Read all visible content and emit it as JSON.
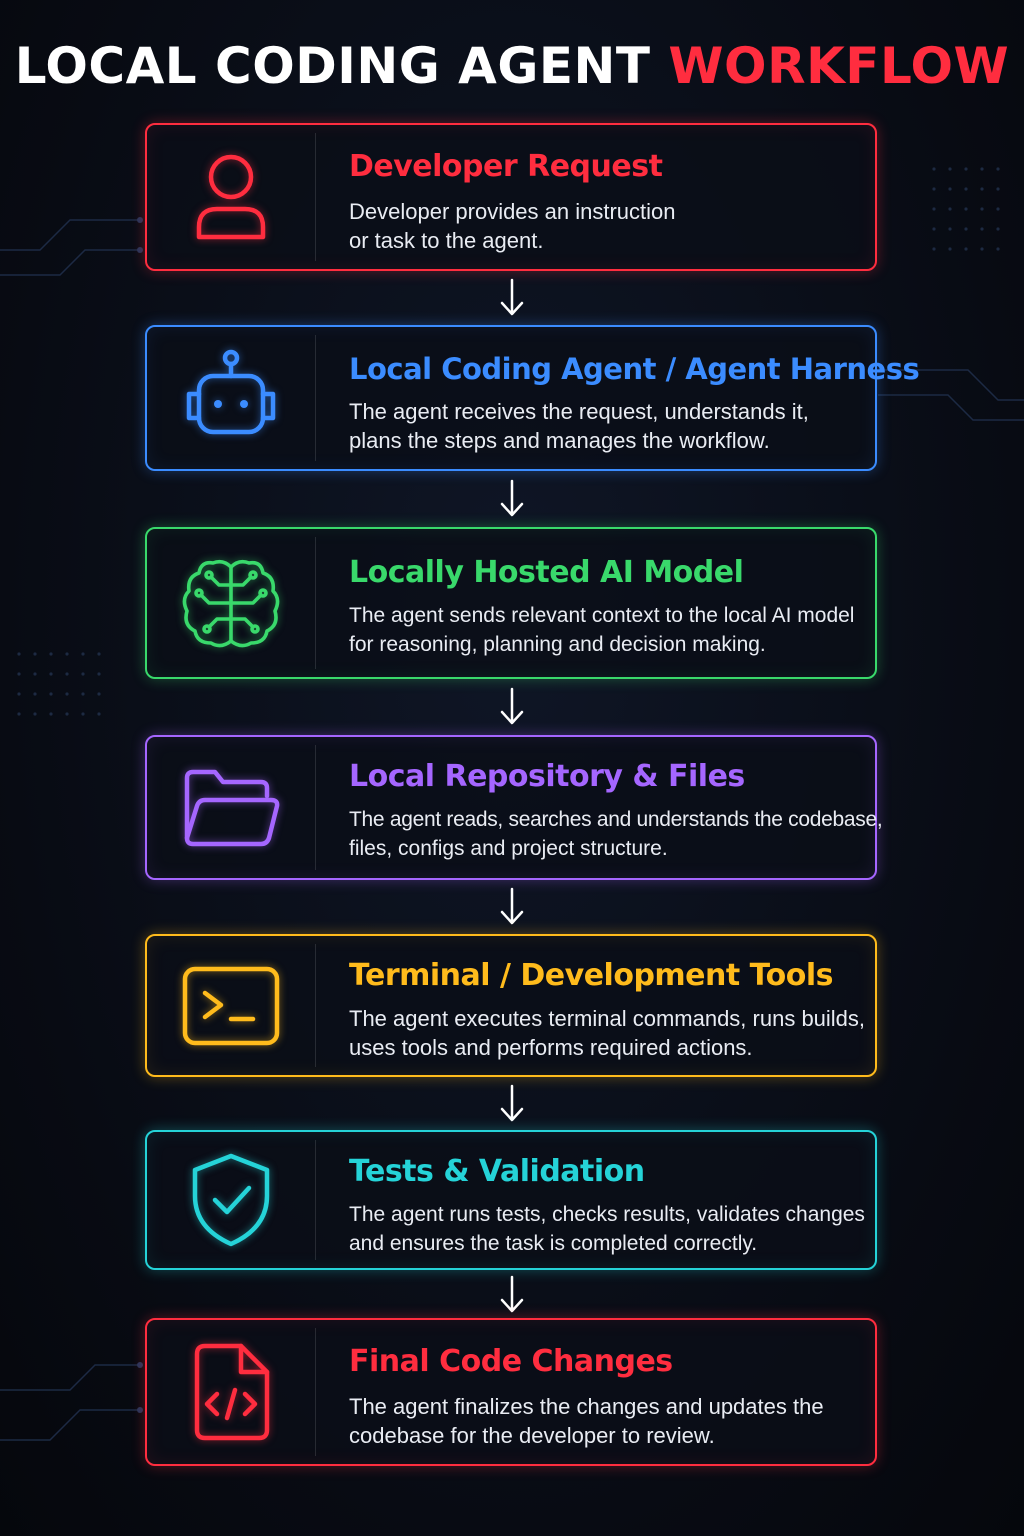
{
  "title": {
    "part1": "LOCAL CODING AGENT",
    "part2": "WORKFLOW"
  },
  "colors": {
    "red": "#ff2d3f",
    "blue": "#3b8cff",
    "green": "#39d96b",
    "purple": "#a566ff",
    "yellow": "#ffbb1c",
    "cyan": "#25d3d8"
  },
  "steps": [
    {
      "icon": "user-icon",
      "color": "#ff2d3f",
      "heading": "Developer Request",
      "line1": "Developer provides an instruction",
      "line2": "or task to the agent."
    },
    {
      "icon": "robot-icon",
      "color": "#3b8cff",
      "heading": "Local Coding Agent / Agent Harness",
      "line1": "The agent receives the request, understands it,",
      "line2": "plans the steps and manages the workflow."
    },
    {
      "icon": "brain-icon",
      "color": "#39d96b",
      "heading": "Locally Hosted AI Model",
      "line1": "The agent sends relevant context to the local AI model",
      "line2": "for reasoning, planning and decision making."
    },
    {
      "icon": "folder-icon",
      "color": "#a566ff",
      "heading": "Local Repository & Files",
      "line1": "The agent reads, searches and understands the codebase,",
      "line2": "files, configs and project structure."
    },
    {
      "icon": "terminal-icon",
      "color": "#ffbb1c",
      "heading": "Terminal / Development Tools",
      "line1": "The agent executes terminal commands, runs builds,",
      "line2": "uses tools and performs required actions."
    },
    {
      "icon": "shield-check-icon",
      "color": "#25d3d8",
      "heading": "Tests & Validation",
      "line1": "The agent runs tests, checks results, validates changes",
      "line2": "and ensures the task is completed correctly."
    },
    {
      "icon": "code-file-icon",
      "color": "#ff2d3f",
      "heading": "Final Code Changes",
      "line1": "The agent finalizes the changes and updates the",
      "line2": "codebase for the developer to review."
    }
  ]
}
